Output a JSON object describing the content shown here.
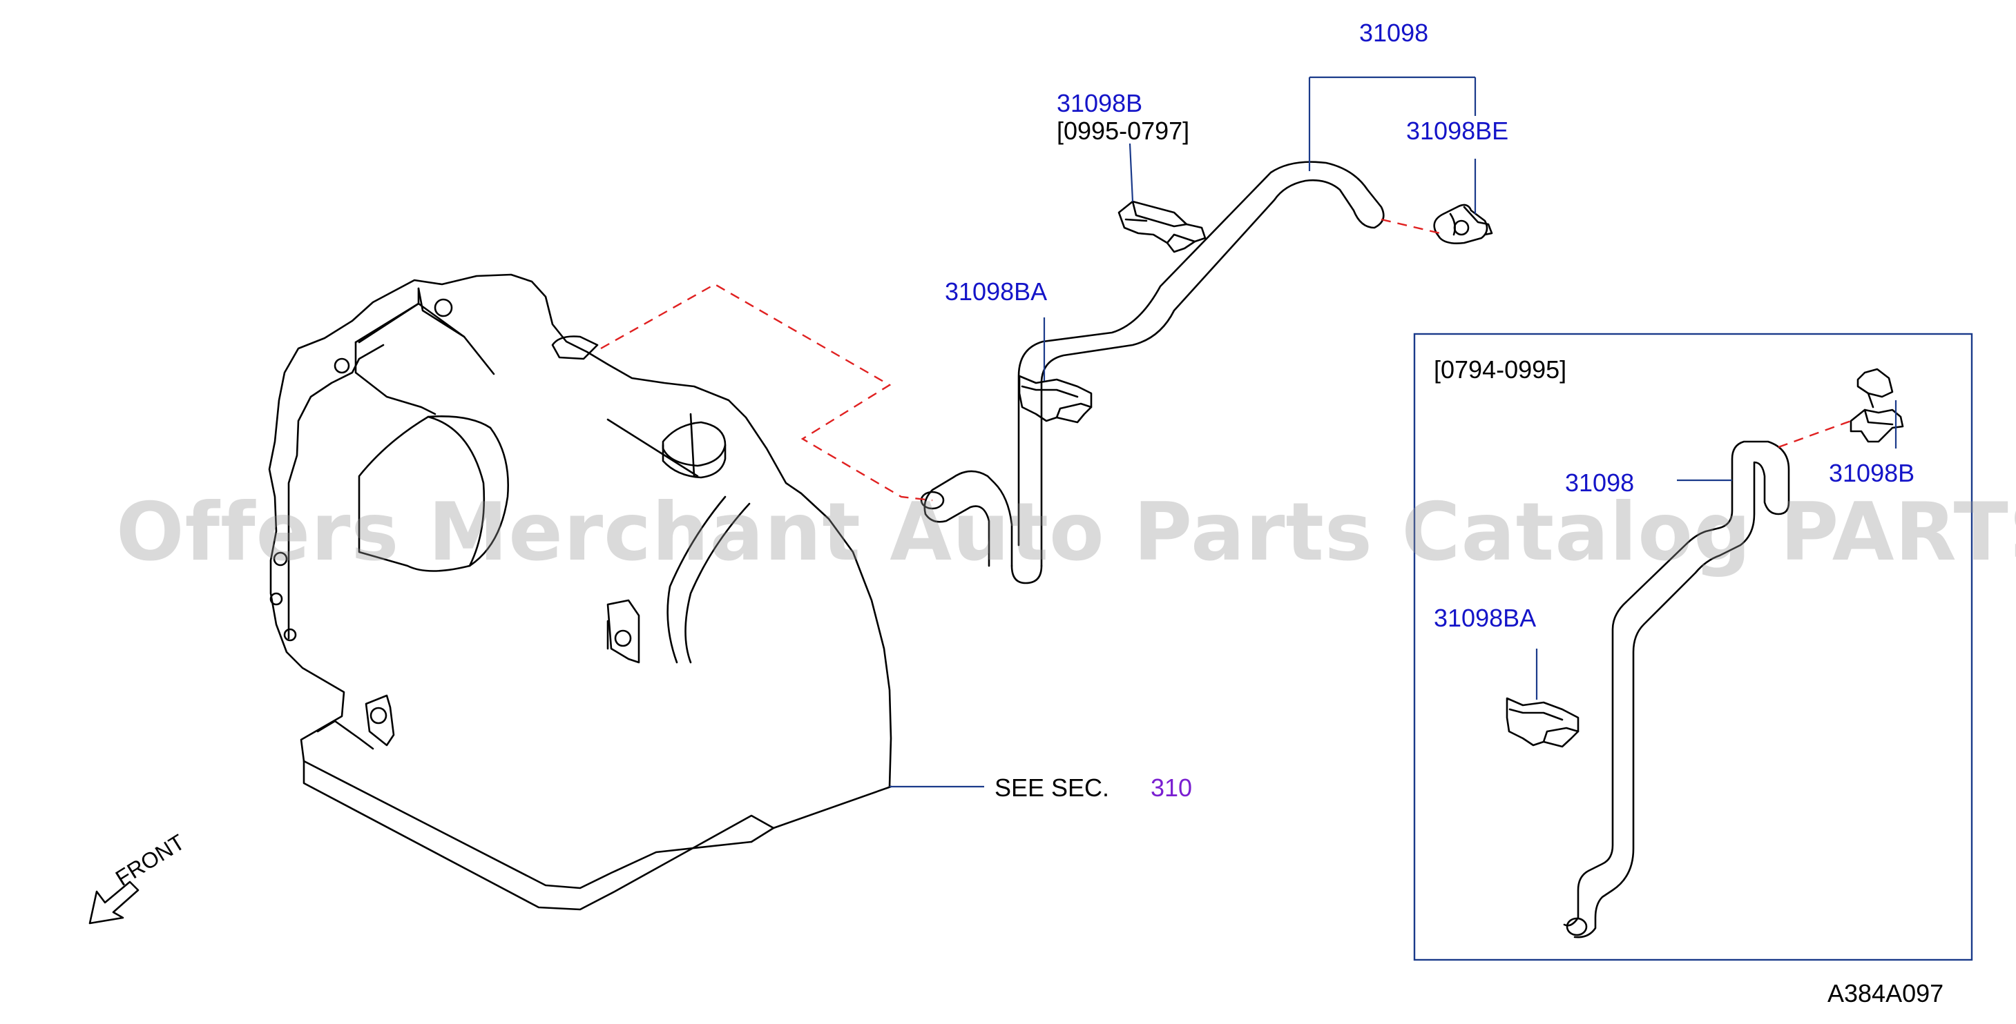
{
  "labels": {
    "p31098_top": "31098",
    "p31098b_top": "31098B",
    "p31098b_range": "[0995-0797]",
    "p31098be": "31098BE",
    "p31098ba_top": "31098BA",
    "see_sec": "SEE SEC.",
    "sec_num": "310",
    "front": "FRONT",
    "inset_range": "[0794-0995]",
    "inset_31098": "31098",
    "inset_31098b": "31098B",
    "inset_31098ba": "31098BA",
    "diagram_code": "A384A097"
  },
  "watermark": "Offers Merchant Auto Parts Catalog PARTSTORE.SA",
  "colors": {
    "part_label": "#1414c8",
    "section_link": "#7a1fd1",
    "dashed_lead": "#e02020",
    "leader_line": "#1a3a8a"
  }
}
